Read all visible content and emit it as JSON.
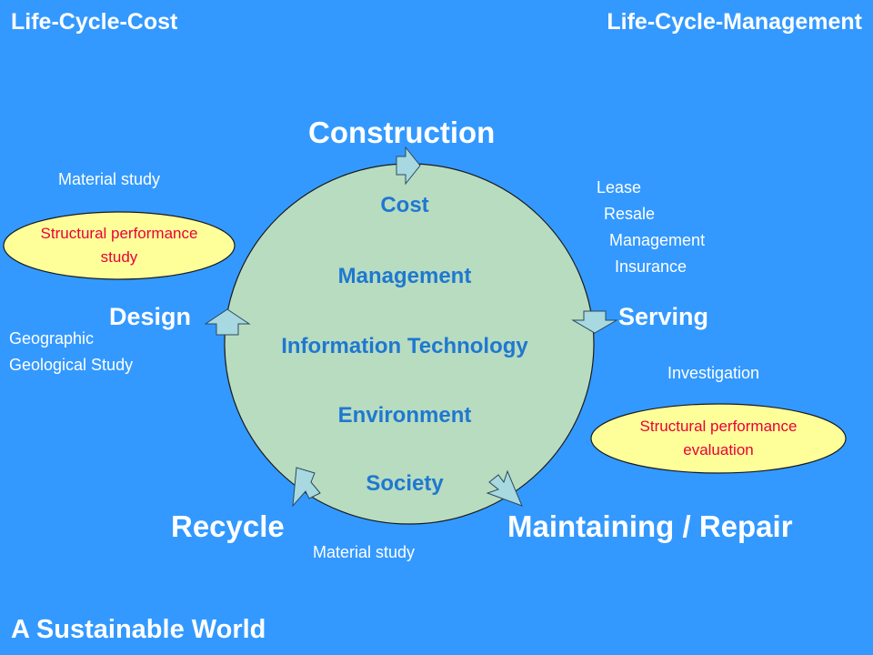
{
  "corners": {
    "top_left": "Life-Cycle-Cost",
    "top_right": "Life-Cycle-Management",
    "bottom_left": "A Sustainable World"
  },
  "stages": {
    "construction": "Construction",
    "design": "Design",
    "serving": "Serving",
    "recycle": "Recycle",
    "maintaining": "Maintaining / Repair"
  },
  "center_items": [
    "Cost",
    "Management",
    "Information Technology",
    "Environment",
    "Society"
  ],
  "notes": {
    "material_study_top": "Material study",
    "geographic": "Geographic",
    "geological": "Geological Study",
    "lease": "Lease",
    "resale": "Resale",
    "management": "Management",
    "insurance": "Insurance",
    "investigation": "Investigation",
    "material_study_bottom": "Material study"
  },
  "ellipses": {
    "left": {
      "line1": "Structural performance",
      "line2": "study"
    },
    "right": {
      "line1": "Structural performance",
      "line2": "evaluation"
    }
  },
  "colors": {
    "background": "#3399ff",
    "circle_fill": "#b8dcc0",
    "ellipse_fill": "#ffff99",
    "ellipse_text": "#e8003a",
    "inner_text": "#1f78d0",
    "arrow_fill": "#a8d8e0"
  }
}
